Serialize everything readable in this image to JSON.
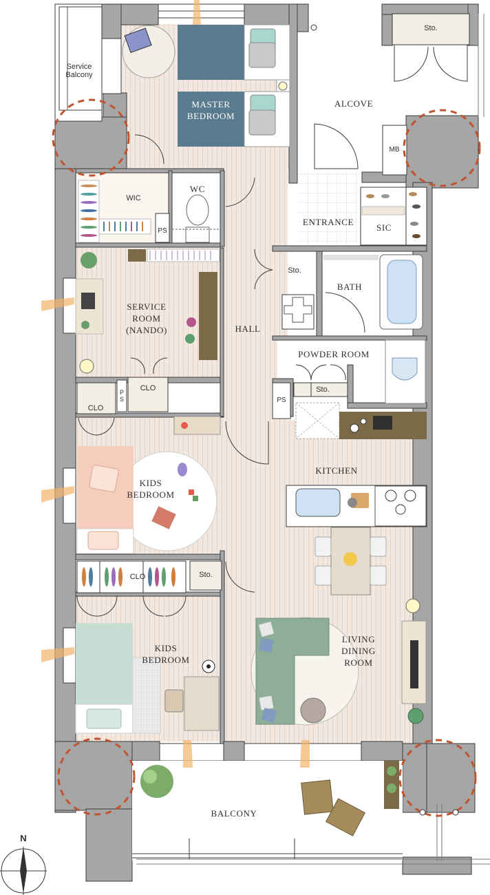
{
  "labels": {
    "service_balcony": "Service\nBalcony",
    "master_bedroom": "MASTER\nBEDROOM",
    "alcove": "ALCOVE",
    "sto_top": "Sto.",
    "mb": "MB",
    "wic": "WIC",
    "wc": "WC",
    "ps_wic": "PS",
    "entrance": "ENTRANCE",
    "sic": "SIC",
    "sto_bath": "Sto.",
    "bath": "BATH",
    "service_room": "SERVICE\nROOM\n(NANDO)",
    "hall": "HALL",
    "powder_room": "POWDER ROOM",
    "sto_powder": "Sto.",
    "clo_service": "CLO",
    "clo_left": "CLO",
    "ps_service": "P\nS",
    "ps_powder": "PS",
    "kitchen": "KITCHEN",
    "kids_bedroom_1": "KIDS\nBEDROOM",
    "clo_kids": "CLO",
    "sto_kids": "Sto.",
    "kids_bedroom_2": "KIDS\nBEDROOM",
    "living_dining": "LIVING\nDINING\nROOM",
    "balcony": "BALCONY",
    "compass_n": "N"
  },
  "colors": {
    "wall": "#a6a6a6",
    "wall_stroke": "#3a3a3a",
    "floor": "#f3e8df",
    "floor_line": "#e6d6c9",
    "bed_blue": "#5a7a8e",
    "pink_bed": "#f6cdbd",
    "mint_bed": "#c7ddd4",
    "sofa": "#8fae98",
    "counter_wood": "#7a6a48",
    "red_accent": "#c0542e"
  },
  "icons": [
    "compass-icon",
    "light-fixture-icon",
    "plant-icon",
    "soccer-ball-icon",
    "tv-icon",
    "bathtub-icon",
    "toilet-icon",
    "stove-icon",
    "sink-icon",
    "lamp-icon",
    "bear-toy-icon",
    "flower-icon"
  ]
}
